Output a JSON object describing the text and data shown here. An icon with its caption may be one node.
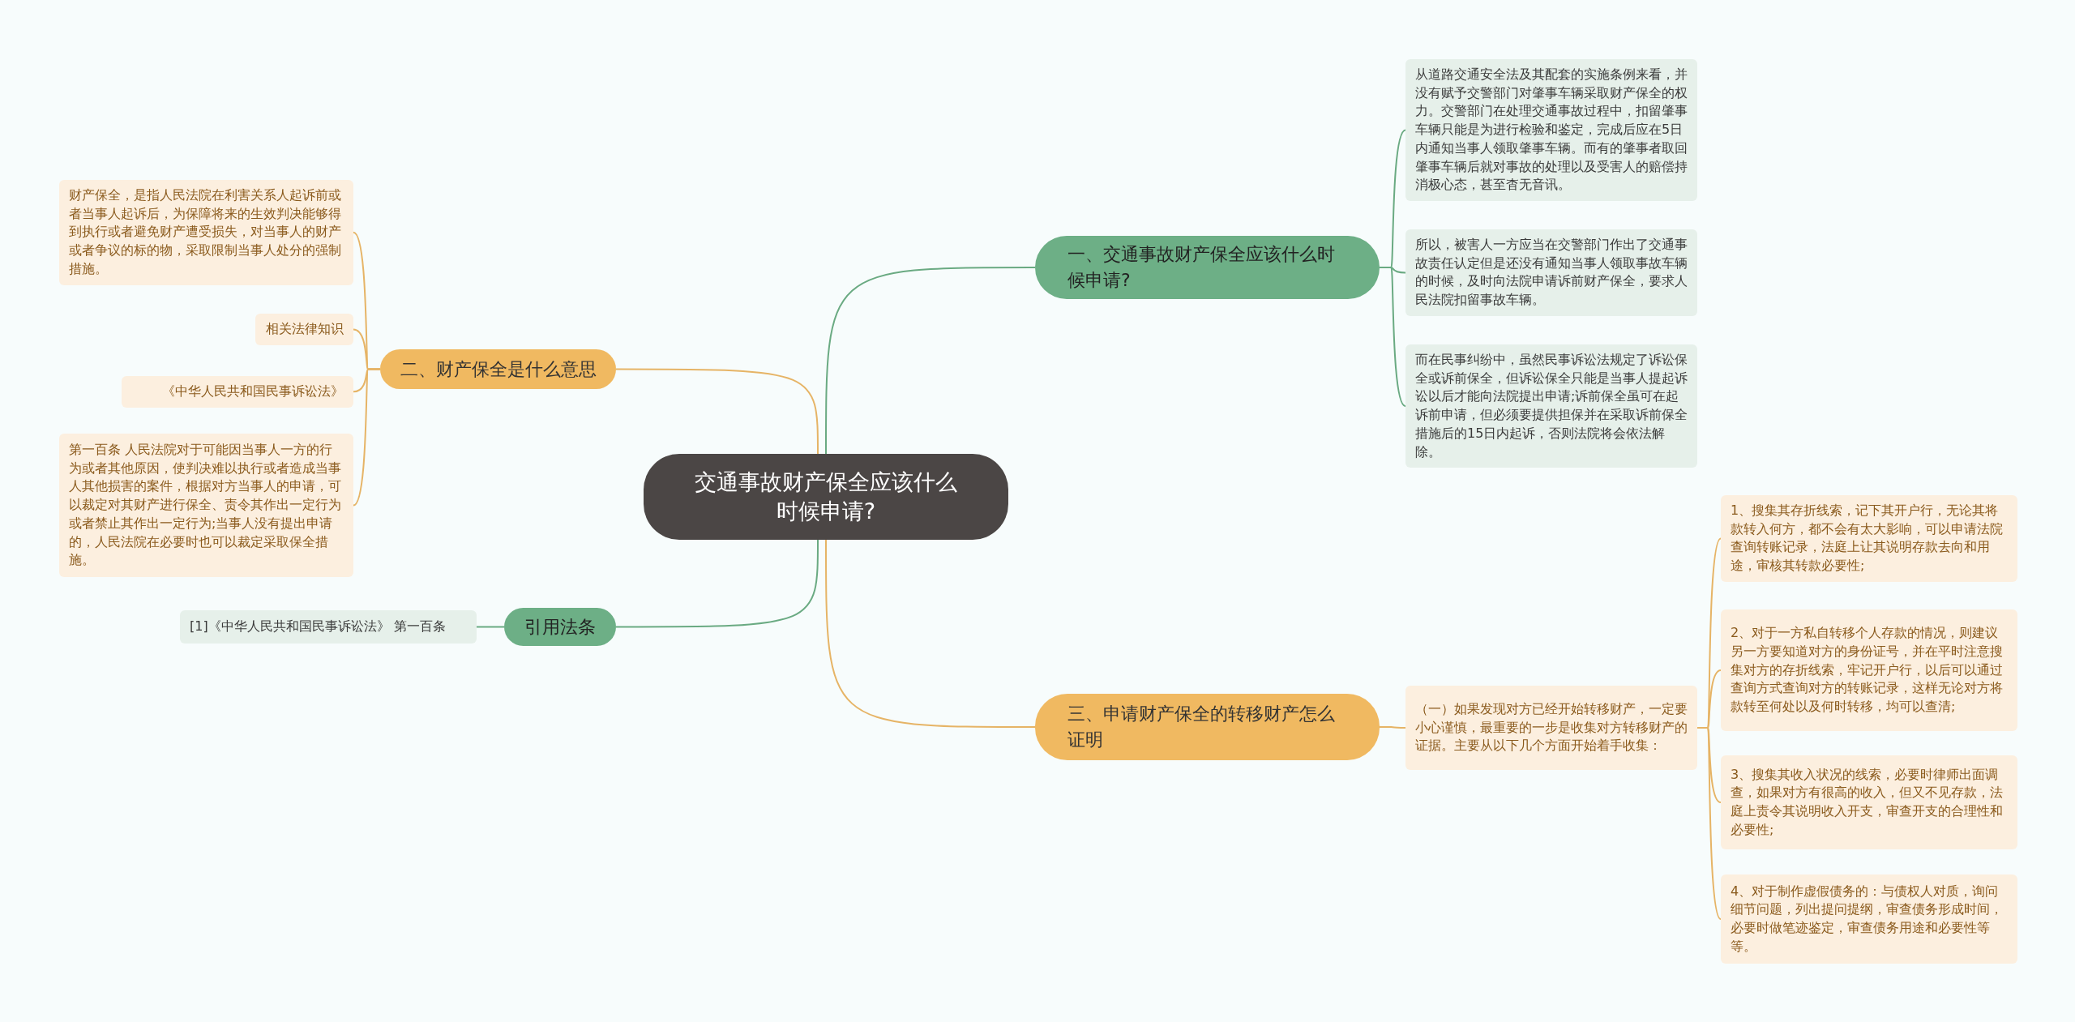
{
  "diagram": {
    "nodes": [
      {
        "text": [
          "交通事故财产保全应该什么时候申请?"
        ]
      },
      {
        "text": [
          "一、交通事故财产保全应该什么时候申请?"
        ]
      },
      {
        "text": [
          "从道路交通安全法及其配套的实施条例来看，并没有赋予交警部门对肇事车辆采取财产保全的权力。交警部门在处理交通事故过程中，扣留肇事车辆只能是为进行检验和鉴定，完成后应在5日内通知当事人领取肇事车辆。而有的肇事者取回肇事车辆后就对事故的处理以及受害人的赔偿持消极心态，甚至杳无音讯。"
        ]
      },
      {
        "text": [
          "所以，被害人一方应当在交警部门作出了交通事故责任认定但是还没有通知当事人领取事故车辆的时候，及时向法院申请诉前财产保全，要求人民法院扣留事故车辆。"
        ]
      },
      {
        "text": [
          "而在民事纠纷中，虽然民事诉讼法规定了诉讼保全或诉前保全，但诉讼保全只能是当事人提起诉讼以后才能向法院提出申请;诉前保全虽可在起诉前申请，但必须要提供担保并在采取诉前保全措施后的15日内起诉，否则法院将会依法解除。"
        ]
      },
      {
        "text": [
          "二、财产保全是什么意思"
        ]
      },
      {
        "text": [
          "财产保全，是指人民法院在利害关系人起诉前或者当事人起诉后，为保障将来的生效判决能够得到执行或者避免财产遭受损失，对当事人的财产或者争议的标的物，采取限制当事人处分的强制措施。"
        ]
      },
      {
        "text": [
          "相关法律知识"
        ]
      },
      {
        "text": [
          "《中华人民共和国民事诉讼法》"
        ]
      },
      {
        "text": [
          "第一百条 人民法院对于可能因当事人一方的行为或者其他原因，使判决难以执行或者造成当事人其他损害的案件，根据对方当事人的申请，可以裁定对其财产进行保全、责令其作出一定行为或者禁止其作出一定行为;当事人没有提出申请的，人民法院在必要时也可以裁定采取保全措施。"
        ]
      },
      {
        "text": [
          "引用法条"
        ]
      },
      {
        "text": [
          "[1]《中华人民共和国民事诉讼法》 第一百条"
        ]
      },
      {
        "text": [
          "三、申请财产保全的转移财产怎么证明"
        ]
      },
      {
        "text": [
          "（一）如果发现对方已经开始转移财产，一定要小心谨慎，最重要的一步是收集对方转移财产的证据。主要从以下几个方面开始着手收集："
        ]
      },
      {
        "text": [
          "1、搜集其存折线索，记下其开户行，无论其将款转入何方，都不会有太大影响，可以申请法院查询转账记录，法庭上让其说明存款去向和用途，审核其转款必要性;"
        ]
      },
      {
        "text": [
          "2、对于一方私自转移个人存款的情况，则建议另一方要知道对方的身份证号，并在平时注意搜集对方的存折线索，牢记开户行，以后可以通过查询方式查询对方的转账记录，这样无论对方将款转至何处以及何时转移，均可以查清;"
        ]
      },
      {
        "text": [
          "3、搜集其收入状况的线索，必要时律师出面调查，如果对方有很高的收入，但又不见存款，法庭上责令其说明收入开支，审查开支的合理性和必要性;"
        ]
      },
      {
        "text": [
          "4、对于制作虚假债务的：与债权人对质，询问细节问题，列出提问提纲，审查债务形成时间，必要时做笔迹鉴定，审查债务用途和必要性等等。"
        ]
      }
    ],
    "edges": [
      {
        "from": 0,
        "to": 1,
        "arrow": "none",
        "color": "#6aaa82"
      },
      {
        "from": 1,
        "to": 2,
        "arrow": "none",
        "color": "#6aaa82"
      },
      {
        "from": 1,
        "to": 3,
        "arrow": "none",
        "color": "#6aaa82"
      },
      {
        "from": 1,
        "to": 4,
        "arrow": "none",
        "color": "#6aaa82"
      },
      {
        "from": 0,
        "to": 5,
        "arrow": "none"
      },
      {
        "from": 5,
        "to": 6,
        "arrow": "none"
      },
      {
        "from": 5,
        "to": 7,
        "arrow": "none"
      },
      {
        "from": 5,
        "to": 8,
        "arrow": "none"
      },
      {
        "from": 5,
        "to": 9,
        "arrow": "none"
      },
      {
        "from": 0,
        "to": 10,
        "arrow": "none",
        "color": "#6aaa82"
      },
      {
        "from": 10,
        "to": 11,
        "arrow": "none",
        "color": "#6aaa82"
      },
      {
        "from": 0,
        "to": 12,
        "arrow": "none"
      },
      {
        "from": 12,
        "to": 13,
        "arrow": "none"
      },
      {
        "from": 13,
        "to": 14,
        "arrow": "none"
      },
      {
        "from": 13,
        "to": 15,
        "arrow": "none"
      },
      {
        "from": 13,
        "to": 16,
        "arrow": "none"
      },
      {
        "from": 13,
        "to": 17,
        "arrow": "none"
      }
    ]
  }
}
